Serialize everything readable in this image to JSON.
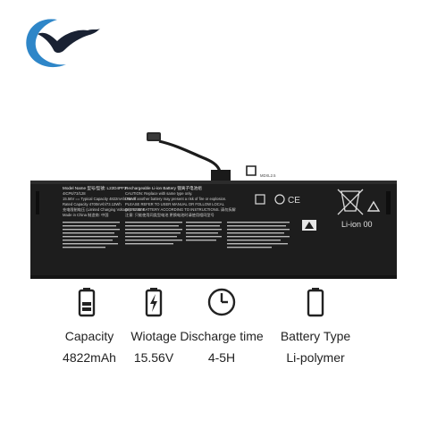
{
  "brand": {
    "colors": {
      "ring": "#2e86c8",
      "bird": "#1a2233"
    }
  },
  "battery": {
    "body_color": "#1d1d1d",
    "left_label": [
      "Model Name 型号/型號: L22D4PF3",
      "4ICP6/73/128",
      "15.56V == Typical Capacity 4822mAh/75Wh",
      "Rated Capacity 4700mAh/73.13Wh",
      "充电限制电压 (Limited Charging Voltage): 17.92V",
      "Made in China 制造商: 中国"
    ],
    "center_label": [
      "Rechargeable Li-ion Battery 锂离子电池组",
      "CAUTION: Replace with same type only.",
      "Use of another battery may present a risk of fire or explosion.",
      "PLEASE REFER TO USER MANUAL OR FOLLOW LOCAL",
      "DISPOSE BATTERY ACCORDING TO INSTRUCTIONS. 请勿拆解",
      "注意: 只能使用同类型电池 更换电池时请使用相同型号"
    ],
    "connector_text": "MDXL2.5",
    "li_ion_text": "Li-ion 00"
  },
  "specs": [
    {
      "icon": "battery-level-icon",
      "label": "Capacity",
      "value": "4822mAh"
    },
    {
      "icon": "lightning-battery-icon",
      "label": "Wiotage",
      "value": "15.56V"
    },
    {
      "icon": "clock-icon",
      "label": "Discharge time",
      "value": "4-5H"
    },
    {
      "icon": "empty-battery-icon",
      "label": "Battery Type",
      "value": "Li-polymer"
    }
  ]
}
